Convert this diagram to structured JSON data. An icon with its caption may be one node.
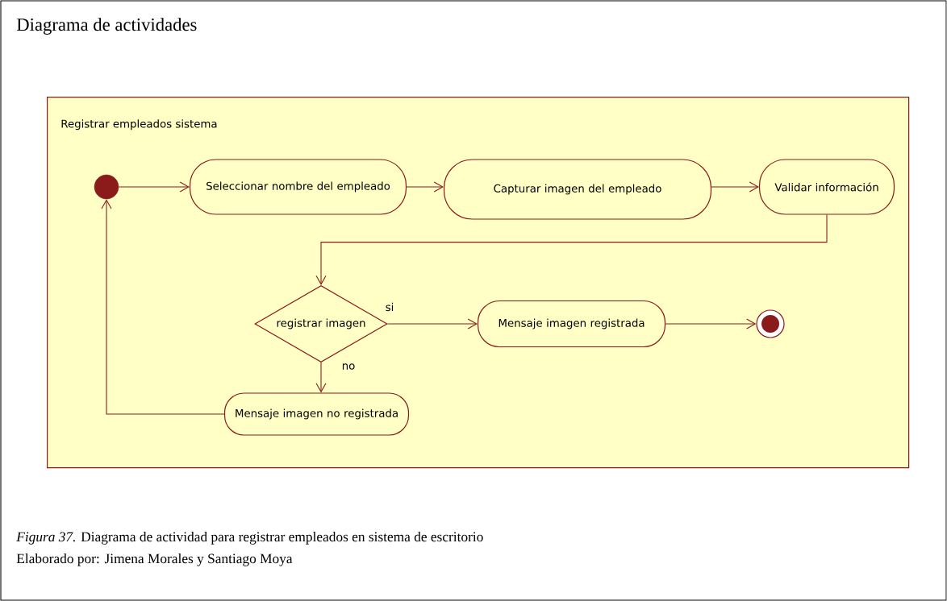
{
  "diagram": {
    "title": "Diagrama de actividades",
    "caption": "*Figura 37.* Diagrama de actividad para registrar empleados en sistema de escritorio",
    "nodes": [
      {
        "text": [
          "Registrar empleados sistema"
        ]
      },
      {
        "text": [],
        "shape": "circle",
        "in": 0
      },
      {
        "text": [
          "Seleccionar nombre del empleado"
        ],
        "in": 0
      },
      {
        "text": [
          "Capturar imagen del empleado"
        ],
        "in": 0
      },
      {
        "text": [
          "Validar información"
        ],
        "in": 0
      },
      {
        "text": [
          "registrar imagen"
        ],
        "in": 0
      },
      {
        "text": [
          "Mensaje imagen registrada"
        ],
        "in": 0
      },
      {
        "text": [],
        "shape": "bullseye",
        "in": 0
      },
      {
        "text": [
          "Mensaje imagen no registrada"
        ],
        "in": 0
      }
    ],
    "edges": [
      {
        "from": 1,
        "to": 2,
        "arrow": "to"
      },
      {
        "from": 2,
        "to": 3,
        "arrow": "to"
      },
      {
        "from": 3,
        "to": 4,
        "arrow": "to"
      },
      {
        "from": 4,
        "to": 5,
        "arrow": "to"
      },
      {
        "from": 5,
        "to": 6,
        "arrow": "to",
        "label": "si"
      },
      {
        "from": 6,
        "to": 7,
        "arrow": "to"
      },
      {
        "from": 5,
        "to": 8,
        "arrow": "to",
        "label": "no"
      },
      {
        "from": 8,
        "to": 1,
        "arrow": "to"
      }
    ],
    "labels": [
      "Elaborado por: Jimena Morales y Santiago Moya"
    ]
  }
}
